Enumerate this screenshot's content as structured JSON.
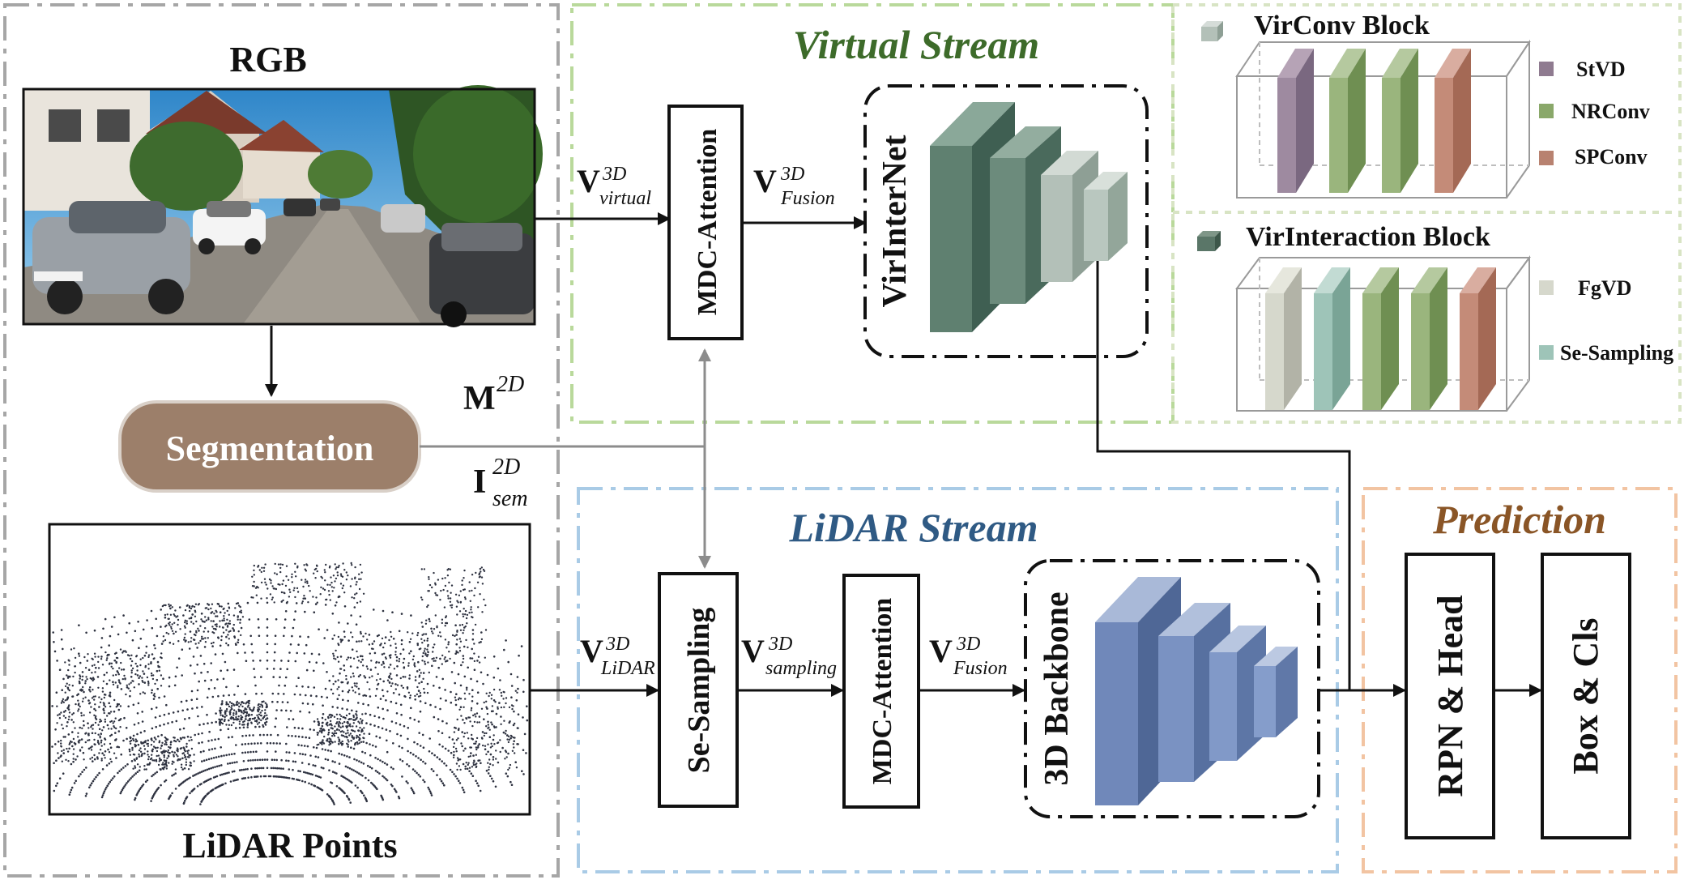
{
  "labels": {
    "rgb": "RGB",
    "segmentation": "Segmentation",
    "lidar_points": "LiDAR Points",
    "virtual_stream": "Virtual Stream",
    "lidar_stream": "LiDAR Stream",
    "prediction": "Prediction",
    "mdc_attention": "MDC-Attention",
    "se_sampling": "Se-Sampling",
    "virinternet": "VirInterNet",
    "backbone_3d": "3D Backbone",
    "rpn_head": "RPN & Head",
    "box_cls": "Box & Cls"
  },
  "symbols": {
    "v_main": "V",
    "i_main": "I",
    "m_main": "M",
    "sup_3d": "3D",
    "sup_2d": "2D",
    "sub_virtual": "virtual",
    "sub_fusion": "Fusion",
    "sub_lidar": "LiDAR",
    "sub_sampling": "sampling",
    "sub_sem": "sem"
  },
  "legend": {
    "virconv_title": "VirConv Block",
    "virinteraction_title": "VirInteraction Block",
    "stvd": "StVD",
    "nrconv": "NRConv",
    "spconv": "SPConv",
    "fgvd": "FgVD",
    "se_sampling": "Se-Sampling"
  },
  "colors": {
    "virtual_border": "#b9d99b",
    "lidar_border": "#a9cbe6",
    "prediction_border": "#f2c4a2",
    "outer_border": "#a6a6a6",
    "virtual_title": "#3d6b2a",
    "lidar_title": "#2f5a84",
    "prediction_title": "#8a5526",
    "segmentation_fill": "#9c7f6a",
    "stvd": "#8f7b90",
    "nrconv": "#8aa86a",
    "spconv": "#b88270",
    "fgvd": "#d6d8cc",
    "se_sampling": "#9ec4b8",
    "virinternet_block": "#5f8070",
    "backbone_block": "#6f86b8"
  }
}
